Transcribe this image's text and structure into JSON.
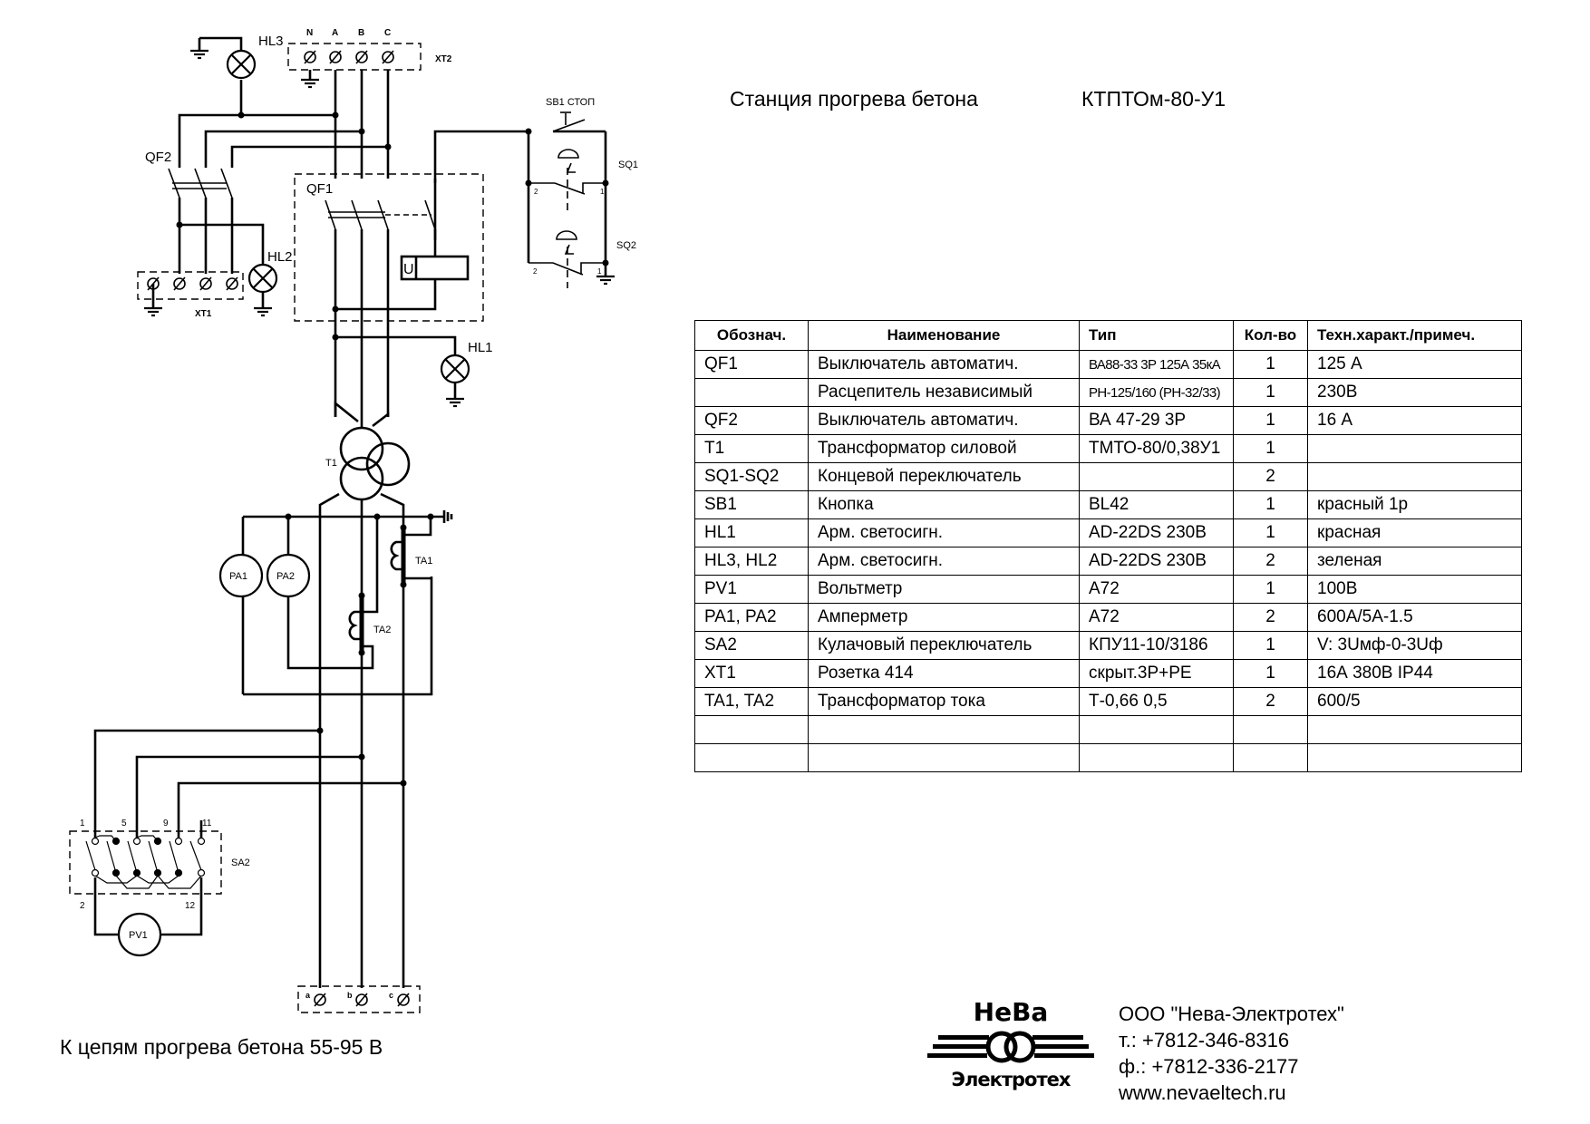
{
  "title": {
    "name": "Станция прогрева бетона",
    "model": "КТПТОм-80-У1"
  },
  "schematic_labels": {
    "hl3": "HL3",
    "hl2": "HL2",
    "hl1": "HL1",
    "qf1": "QF1",
    "qf2": "QF2",
    "xt1": "XT1",
    "xt2": "XT2",
    "xt2_terms": [
      "N",
      "A",
      "B",
      "C"
    ],
    "sb1": "SB1  СТОП",
    "sq1": "SQ1",
    "sq2": "SQ2",
    "sq_pin2": "2",
    "sq_pin1": "1",
    "coil": "U",
    "t1": "T1",
    "pa1": "PA1",
    "pa2": "PA2",
    "pv1": "PV1",
    "ta1": "TA1",
    "ta2": "TA2",
    "sa2": "SA2",
    "sa2_pins": [
      "1",
      "5",
      "9",
      "11",
      "2",
      "12"
    ],
    "out_terms": [
      "a",
      "b",
      "c"
    ]
  },
  "table": {
    "headers": [
      "Обознач.",
      "Наименование",
      "Тип",
      "Кол-во",
      "Техн.характ./примеч."
    ],
    "rows": [
      [
        "QF1",
        "Выключатель автоматич.",
        "ВА88-33 3Р 125А 35кА",
        "1",
        "125 А"
      ],
      [
        "",
        "Расцепитель независимый",
        "РН-125/160 (РН-32/33)",
        "1",
        "230В"
      ],
      [
        "QF2",
        "Выключатель автоматич.",
        "ВА 47-29 3Р",
        "1",
        "16 А"
      ],
      [
        "T1",
        "Трансформатор силовой",
        "ТМТО-80/0,38У1",
        "1",
        ""
      ],
      [
        "SQ1-SQ2",
        "Концевой переключатель",
        "",
        "2",
        ""
      ],
      [
        "SB1",
        "Кнопка",
        "BL42",
        "1",
        "красный 1р"
      ],
      [
        "HL1",
        "Арм. светосигн.",
        "AD-22DS 230В",
        "1",
        "красная"
      ],
      [
        "HL3, HL2",
        "Арм. светосигн.",
        "AD-22DS 230В",
        "2",
        "зеленая"
      ],
      [
        "PV1",
        "Вольтметр",
        "А72",
        "1",
        "100В"
      ],
      [
        "PA1, PA2",
        "Амперметр",
        "А72",
        "2",
        "600А/5А-1.5"
      ],
      [
        "SA2",
        "Кулачовый переключатель",
        "КПУ11-10/3186",
        "1",
        "V: 3Uмф-0-3Uф"
      ],
      [
        "XT1",
        "Розетка 414",
        "скрыт.3Р+РЕ",
        "1",
        "16А 380В IP44"
      ],
      [
        "TA1, TA2",
        "Трансформатор тока",
        "Т-0,66 0,5",
        "2",
        "600/5"
      ],
      [
        "",
        "",
        "",
        "",
        ""
      ],
      [
        "",
        "",
        "",
        "",
        ""
      ]
    ]
  },
  "footer_note": "К  цепям прогрева бетона 55-95 В",
  "company": {
    "logo_top": "НеВа",
    "logo_bottom": "Электротех",
    "name": "ООО \"Нева-Электротех\"",
    "phone": "т.: +7812-346-8316",
    "fax": "ф.: +7812-336-2177",
    "website": "www.nevaeltech.ru"
  }
}
